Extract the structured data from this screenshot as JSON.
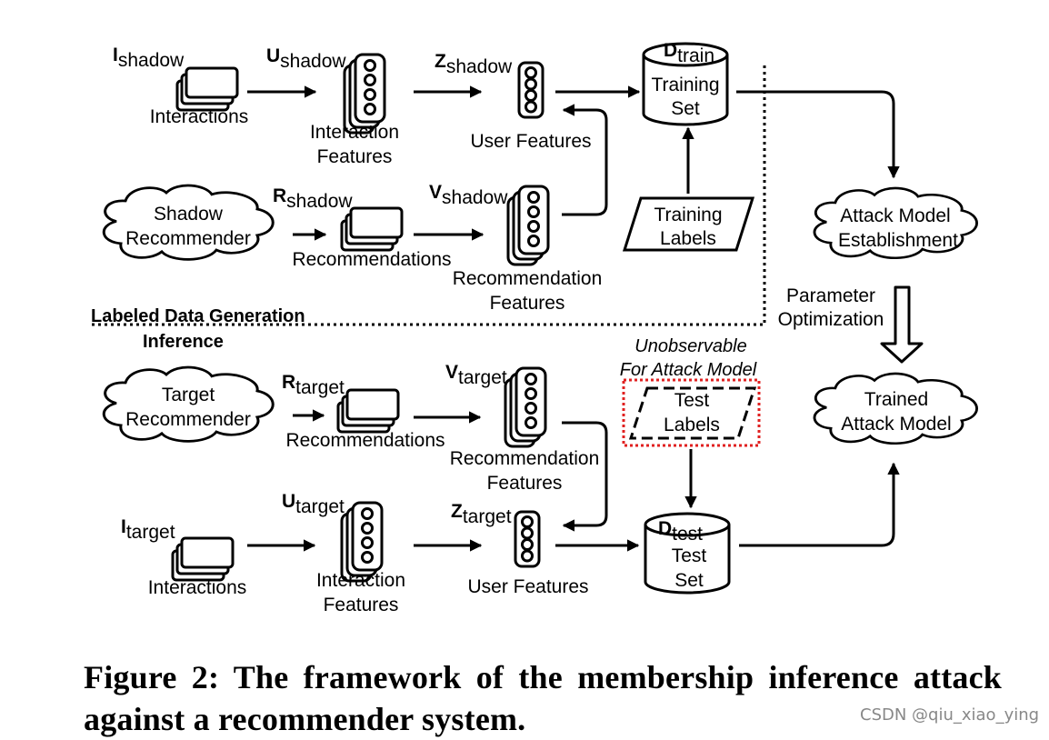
{
  "shadow": {
    "i_sym": "I",
    "i_sub": "shadow",
    "interactions": "Interactions",
    "u_sym": "U",
    "u_sub": "shadow",
    "interaction_features": [
      "Interaction",
      "Features"
    ],
    "z_sym": "Z",
    "z_sub": "shadow",
    "user_features": "User Features",
    "d_sym": "D",
    "d_sub": "train",
    "training_set": [
      "Training",
      "Set"
    ],
    "recommender": [
      "Shadow",
      "Recommender"
    ],
    "r_sym": "R",
    "r_sub": "shadow",
    "recommendations": "Recommendations",
    "v_sym": "V",
    "v_sub": "shadow",
    "recommendation_features": [
      "Recommendation",
      "Features"
    ],
    "training_labels": [
      "Training",
      "Labels"
    ]
  },
  "attack": {
    "establishment": [
      "Attack Model",
      "Establishment"
    ],
    "parameter_optimization": [
      "Parameter",
      "Optimization"
    ],
    "trained": [
      "Trained",
      "Attack Model"
    ]
  },
  "sections": {
    "labeled": "Labeled Data Generation",
    "inference": "Inference"
  },
  "target": {
    "recommender": [
      "Target",
      "Recommender"
    ],
    "r_sym": "R",
    "r_sub": "target",
    "recommendations": "Recommendations",
    "v_sym": "V",
    "v_sub": "target",
    "recommendation_features": [
      "Recommendation",
      "Features"
    ],
    "unobservable": [
      "Unobservable",
      "For Attack Model"
    ],
    "test_labels": [
      "Test",
      "Labels"
    ],
    "i_sym": "I",
    "i_sub": "target",
    "interactions": "Interactions",
    "u_sym": "U",
    "u_sub": "target",
    "interaction_features": [
      "Interaction",
      "Features"
    ],
    "z_sym": "Z",
    "z_sub": "target",
    "user_features": "User Features",
    "d_sym": "D",
    "d_sub": "test",
    "test_set": [
      "Test",
      "Set"
    ]
  },
  "caption": "Figure 2: The framework of the membership inference attack against a recommender system.",
  "watermark": "CSDN @qiu_xiao_ying",
  "colors": {
    "unobservable_box": "#e02020",
    "watermark": "#888888"
  }
}
